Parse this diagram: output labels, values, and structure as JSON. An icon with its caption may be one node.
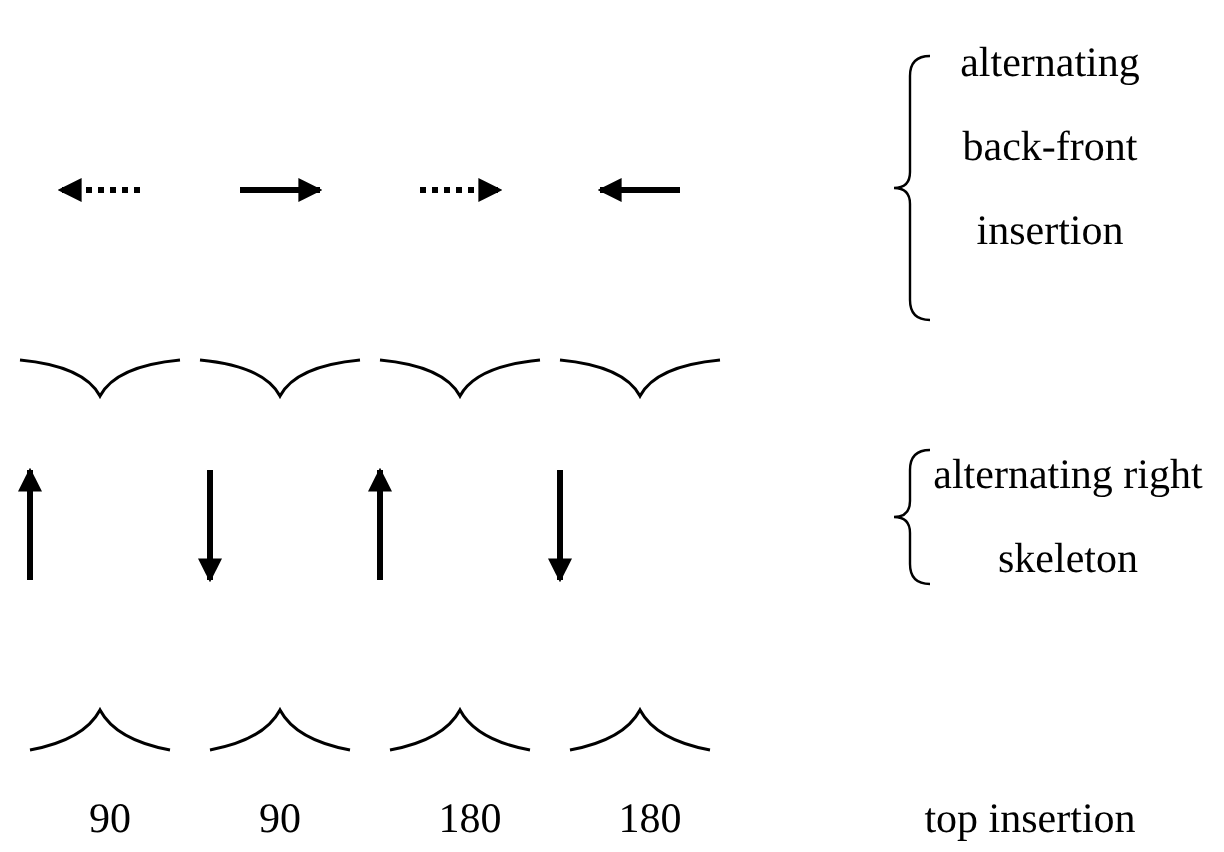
{
  "diagram": {
    "labels": [
      "alternating back-front insertion",
      "alternating right skeleton",
      "90",
      "90",
      "180",
      "180",
      "top insertion"
    ]
  }
}
